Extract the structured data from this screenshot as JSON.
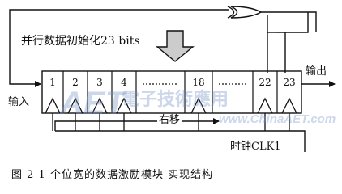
{
  "diagram": {
    "load_label": "并行数据初始化23 bits",
    "output_label": "输出",
    "input_label": "输入",
    "shift_label": "右移",
    "clock_label": "时钟CLK1",
    "caption": "图 2  1 个位宽的数据激励模块        实现结构",
    "cells": [
      {
        "label": "1",
        "kind": "stage"
      },
      {
        "label": "2",
        "kind": "stage"
      },
      {
        "label": "3",
        "kind": "stage"
      },
      {
        "label": "4",
        "kind": "stage"
      },
      {
        "label": "",
        "kind": "ellipsis"
      },
      {
        "label": "18",
        "kind": "stage"
      },
      {
        "label": "",
        "kind": "ellipsis"
      },
      {
        "label": "22",
        "kind": "stage"
      },
      {
        "label": "23",
        "kind": "stage"
      }
    ],
    "icons": [
      "xor-gate-icon",
      "down-arrow-icon",
      "clock-triangle-icon"
    ],
    "watermark": {
      "logo": "AET",
      "chinese": "電子技術應用",
      "url": "www.ChinaAET.com"
    },
    "colors": {
      "line": "#111111",
      "arrow_fill": "#cccccc",
      "watermark": "#8fa6cf"
    }
  }
}
